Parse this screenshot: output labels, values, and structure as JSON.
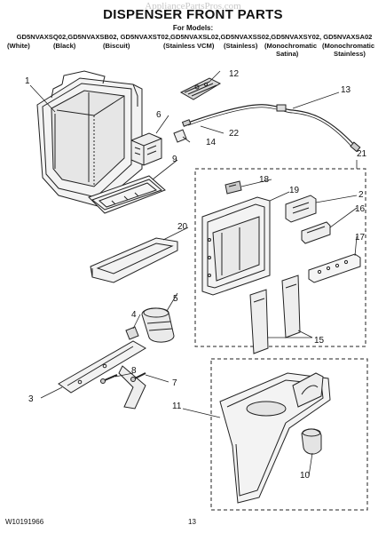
{
  "header": {
    "watermark": "AppliancePartsPros.com",
    "title": "DISPENSER FRONT PARTS",
    "for_models_label": "For Models:",
    "models": "GD5NVAXSQ02,GD5NVAXSB02, GD5NVAXST02,GD5NVAXSL02,GD5NVAXSS02,GD5NVAXSY02, GD5NVAXSA02",
    "variants": [
      "(White)",
      "(Black)",
      "(Biscuit)",
      "(Stainless VCM)",
      "(Stainless)",
      "(Monochromatic",
      "(Monochromatic"
    ],
    "variants_line2": [
      "Satina)",
      "Stainless)"
    ]
  },
  "callouts": {
    "c1": "1",
    "c2": "2",
    "c3": "3",
    "c4": "4",
    "c5": "5",
    "c6": "6",
    "c7": "7",
    "c8": "8",
    "c9": "9",
    "c10": "10",
    "c11": "11",
    "c12": "12",
    "c13": "13",
    "c14": "14",
    "c15": "15",
    "c16": "16",
    "c17": "17",
    "c18": "18",
    "c19": "19",
    "c20": "20",
    "c21": "21",
    "c22": "22"
  },
  "footer": {
    "doc_number": "W10191966",
    "page_number": "13"
  }
}
